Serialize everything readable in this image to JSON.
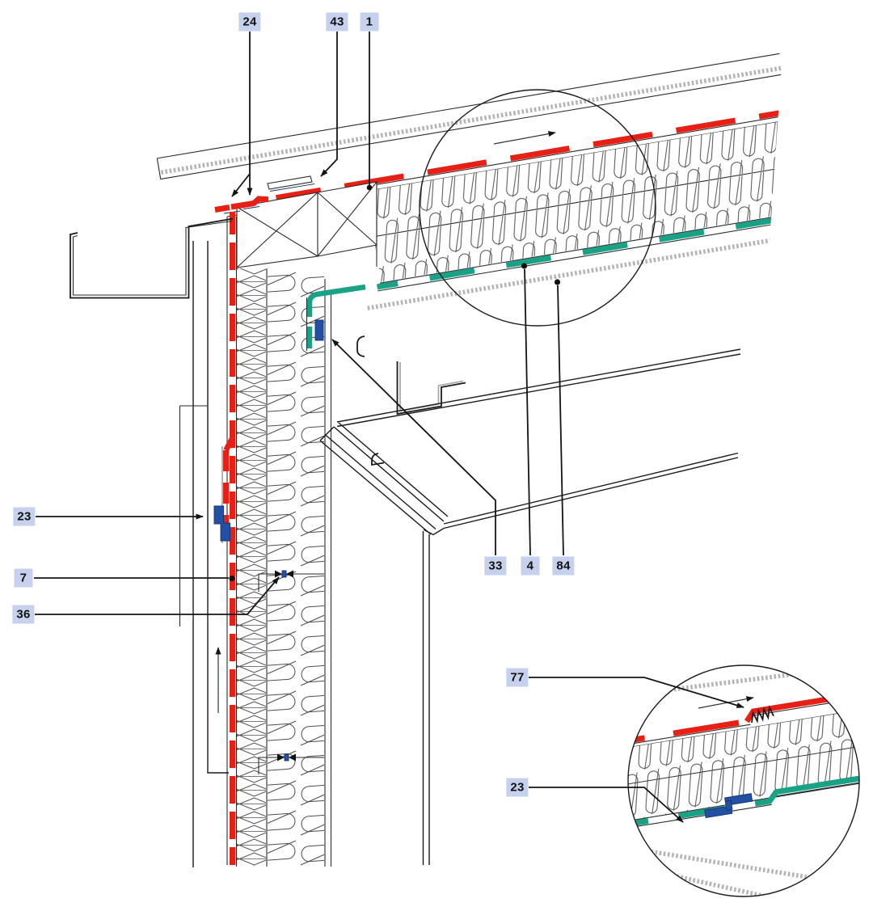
{
  "drawing": {
    "kind": "construction-detail-section",
    "description": "Eaves / roof-to-wall junction detail with insulation, red sarking membrane, teal vapour membrane, blue sealing tapes, gutter and two magnifier detail circles"
  },
  "colors": {
    "membrane_red": "#e81f15",
    "membrane_teal": "#1aa287",
    "tape_blue": "#2150a5",
    "callout_bg": "#c5d1ed",
    "line_black": "#1b1b1b",
    "stipple_gray": "#b4b4b4"
  },
  "callouts": [
    {
      "id": "c24",
      "text": "24"
    },
    {
      "id": "c43",
      "text": "43"
    },
    {
      "id": "c1",
      "text": "1"
    },
    {
      "id": "c23-left",
      "text": "23"
    },
    {
      "id": "c7",
      "text": "7"
    },
    {
      "id": "c36",
      "text": "36"
    },
    {
      "id": "c33",
      "text": "33"
    },
    {
      "id": "c4",
      "text": "4"
    },
    {
      "id": "c84",
      "text": "84"
    },
    {
      "id": "c77",
      "text": "77"
    },
    {
      "id": "c23-bottom",
      "text": "23"
    }
  ],
  "icons": [
    "arrow-right-icon (slope direction, top circle)",
    "arrow-right-icon (slope direction, bottom circle)",
    "arrow-up-icon (ventilation direction on wall)",
    "arrowhead-icon (leader pointers)"
  ]
}
